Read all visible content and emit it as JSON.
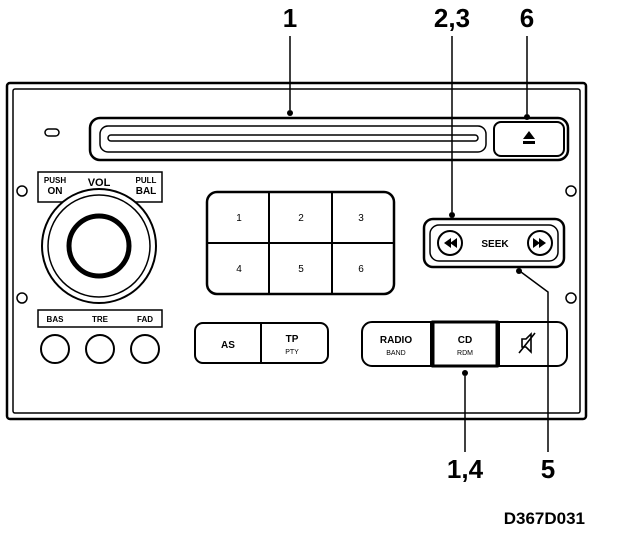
{
  "callouts": [
    "1",
    "2,3",
    "6",
    "1,4",
    "5"
  ],
  "buttons": {
    "push_on": [
      "PUSH",
      "ON"
    ],
    "vol": "VOL",
    "pull_bal": [
      "PULL",
      "BAL"
    ],
    "bas": "BAS",
    "tre": "TRE",
    "fad": "FAD",
    "presets": [
      "1",
      "2",
      "3",
      "4",
      "5",
      "6"
    ],
    "as": "AS",
    "tp": "TP",
    "pty": "PTY",
    "seek": "SEEK",
    "radio": "RADIO",
    "band": "BAND",
    "cd": "CD",
    "rdm": "RDM",
    "eject_icon": "eject-icon",
    "mute_icon": "mute-icon",
    "seek_back_icon": "rewind-icon",
    "seek_fwd_icon": "fast-forward-icon"
  },
  "figure_code": "D367D031"
}
